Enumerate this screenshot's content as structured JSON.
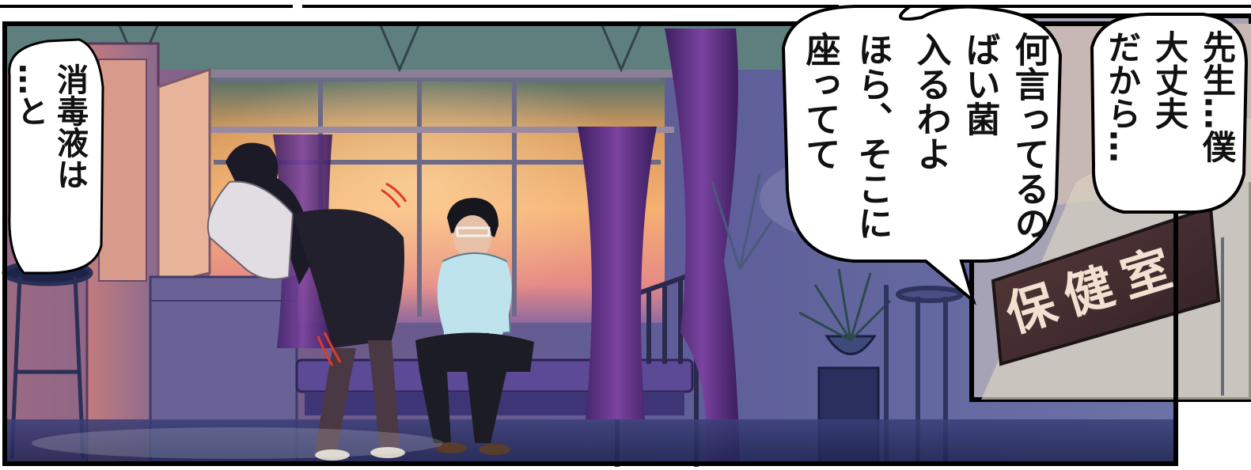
{
  "page": {
    "title": ""
  },
  "bubbles": {
    "left": {
      "columns": [
        "消毒液は",
        "…と"
      ]
    },
    "middle": {
      "columns": [
        "何言ってるの",
        "ばい菌",
        "入るわよ",
        "ほら、そこに",
        "座ってて"
      ]
    },
    "right": {
      "columns": [
        "先生…僕",
        "大丈夫",
        "だから…"
      ]
    }
  },
  "sign": {
    "text": "保健室"
  },
  "colors": {
    "sky_warm": "#f2a66a",
    "sky_dusk": "#7a5a8e",
    "curtain": "#5a2f7a",
    "bed": "#4a3a78",
    "floor": "#2c3360",
    "frame": "#000000"
  }
}
